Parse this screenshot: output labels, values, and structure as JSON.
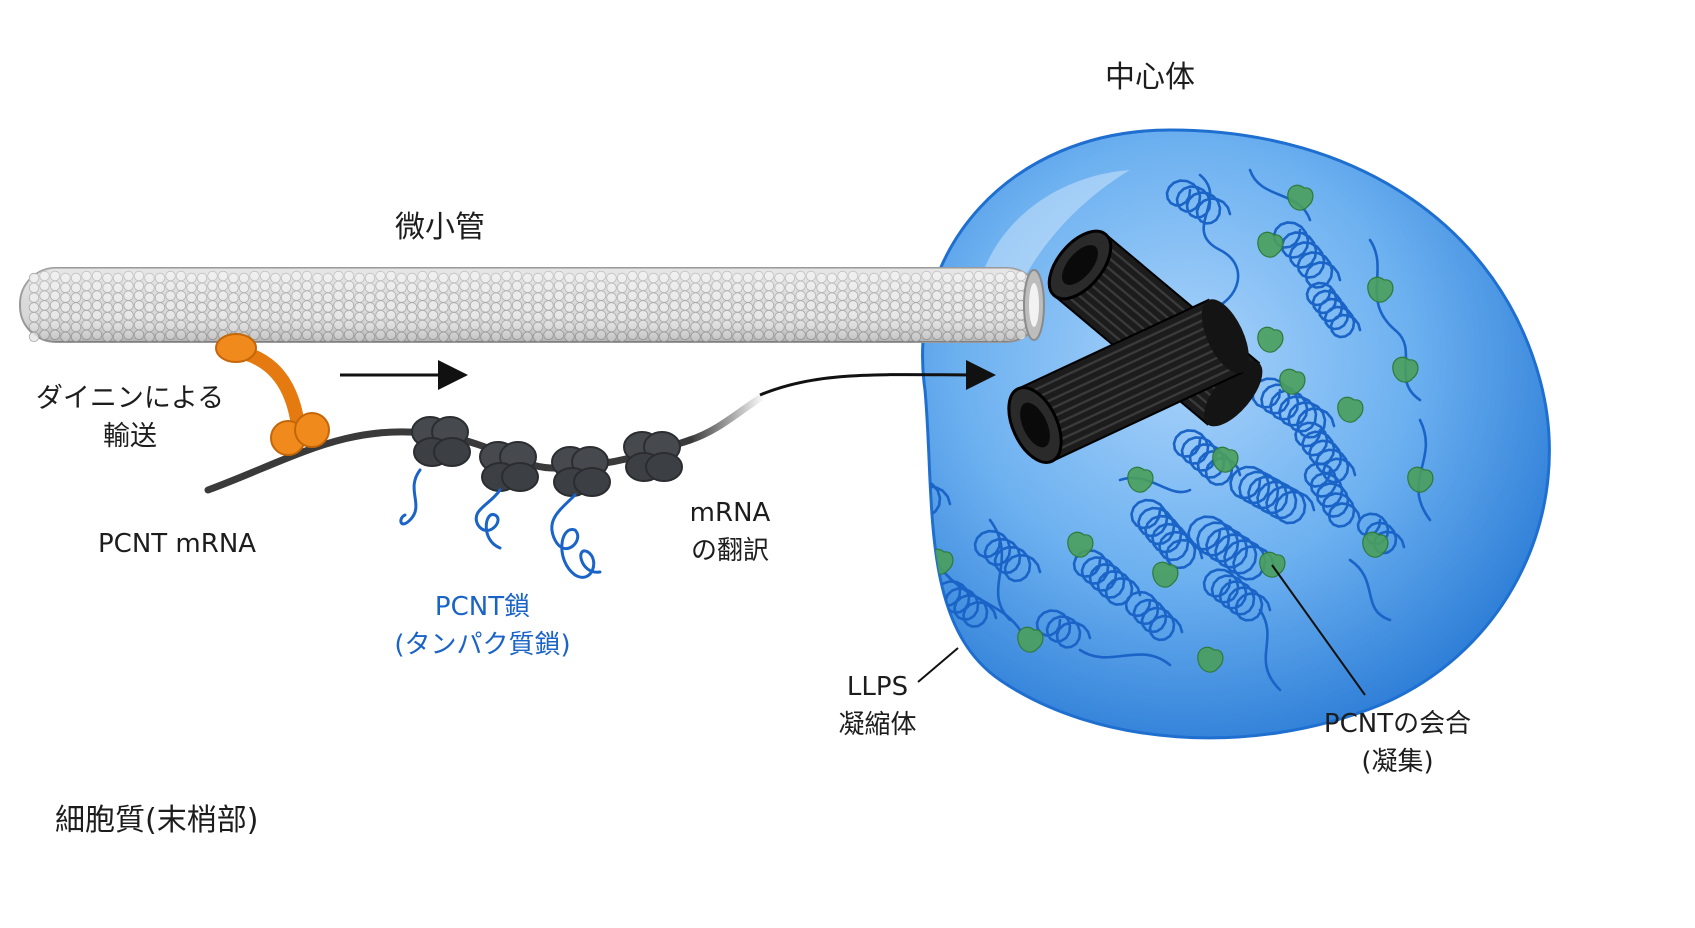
{
  "labels": {
    "centrosome": "中心体",
    "microtubule": "微小管",
    "dynein_line1": "ダイニンによる",
    "dynein_line2": "輸送",
    "pcnt_mrna": "PCNT mRNA",
    "pcnt_chain_line1": "PCNT鎖",
    "pcnt_chain_line2": "(タンパク質鎖)",
    "translation_line1": "mRNA",
    "translation_line2": "の翻訳",
    "llps_line1": "LLPS",
    "llps_line2": "凝縮体",
    "assembly_line1": "PCNTの会合",
    "assembly_line2": "(凝集)",
    "cytoplasm": "細胞質(末梢部)"
  },
  "colors": {
    "condensate": "#5aa6ec",
    "condensate_edge": "#1f6fd0",
    "microtubule": "#d9d9d9",
    "dynein": "#f08a1c",
    "ribosome": "#46494d",
    "protein_chain": "#1a63c7",
    "pcnt_aggregate": "#4a9e5c",
    "centriole": "#1c1c1c",
    "text_blue": "#1a63c7"
  },
  "icons": {
    "dynein": "dynein-motor-icon",
    "ribosome": "ribosome-icon",
    "centriole": "centriole-icon",
    "transport_arrow": "arrow-right-icon"
  }
}
